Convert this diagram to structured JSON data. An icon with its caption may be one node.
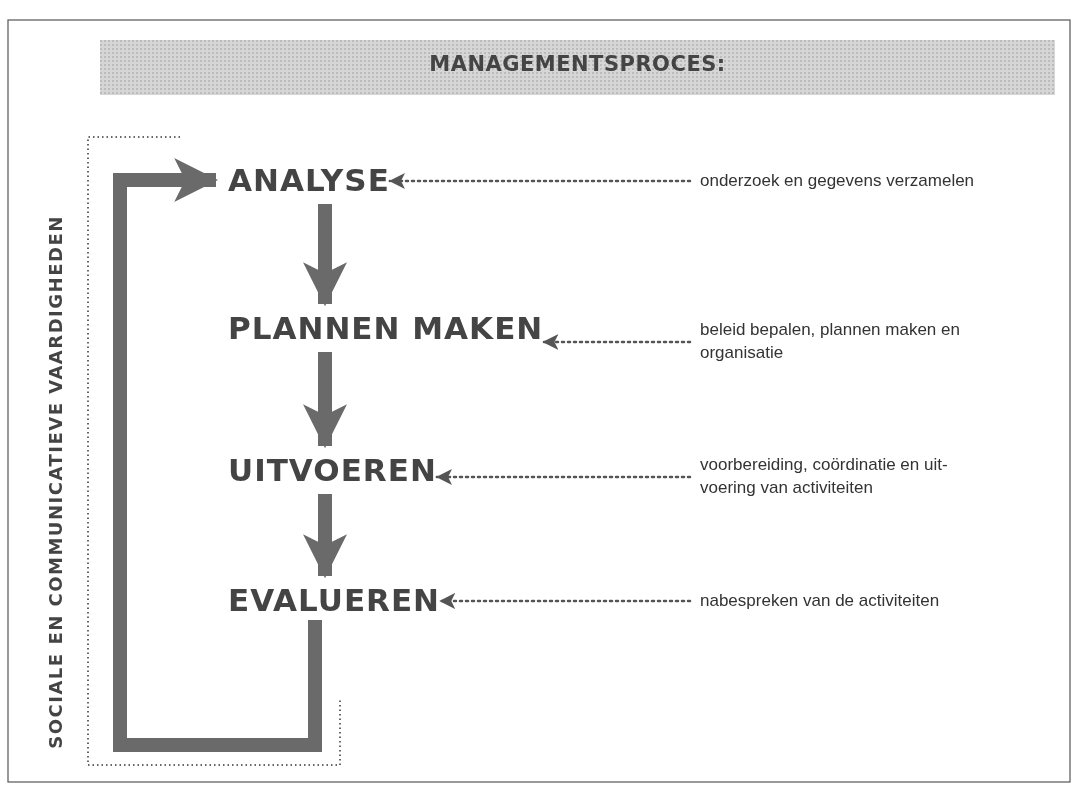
{
  "diagram": {
    "title": "MANAGEMENTSPROCES:",
    "nodes": [
      {
        "text": [
          "ANALYSE"
        ]
      },
      {
        "text": [
          "PLANNEN MAKEN"
        ]
      },
      {
        "text": [
          "UITVOEREN"
        ]
      },
      {
        "text": [
          "EVALUEREN"
        ]
      },
      {
        "text": [
          "onderzoek en gegevens verzamelen"
        ]
      },
      {
        "text": [
          "beleid bepalen, plannen maken en organisatie"
        ]
      },
      {
        "text": [
          "voorbereiding, coördinatie en uit- voering van activiteiten"
        ]
      },
      {
        "text": [
          "nabespreken van de activiteiten"
        ]
      }
    ],
    "edges": [
      {
        "from": 0,
        "to": 1,
        "arrow": "to",
        "style": "thick"
      },
      {
        "from": 1,
        "to": 2,
        "arrow": "to",
        "style": "thick"
      },
      {
        "from": 2,
        "to": 3,
        "arrow": "to",
        "style": "thick"
      },
      {
        "from": 3,
        "to": 0,
        "arrow": "to",
        "style": "thick"
      },
      {
        "from": 4,
        "to": 0,
        "arrow": "to",
        "style": "dashed"
      },
      {
        "from": 5,
        "to": 1,
        "arrow": "to",
        "style": "dashed"
      },
      {
        "from": 6,
        "to": 2,
        "arrow": "to",
        "style": "dashed"
      },
      {
        "from": 7,
        "to": 3,
        "arrow": "to",
        "style": "dashed"
      }
    ],
    "labels": [
      "SOCIALE EN COMMUNICATIEVE VAARDIGHEDEN"
    ]
  }
}
